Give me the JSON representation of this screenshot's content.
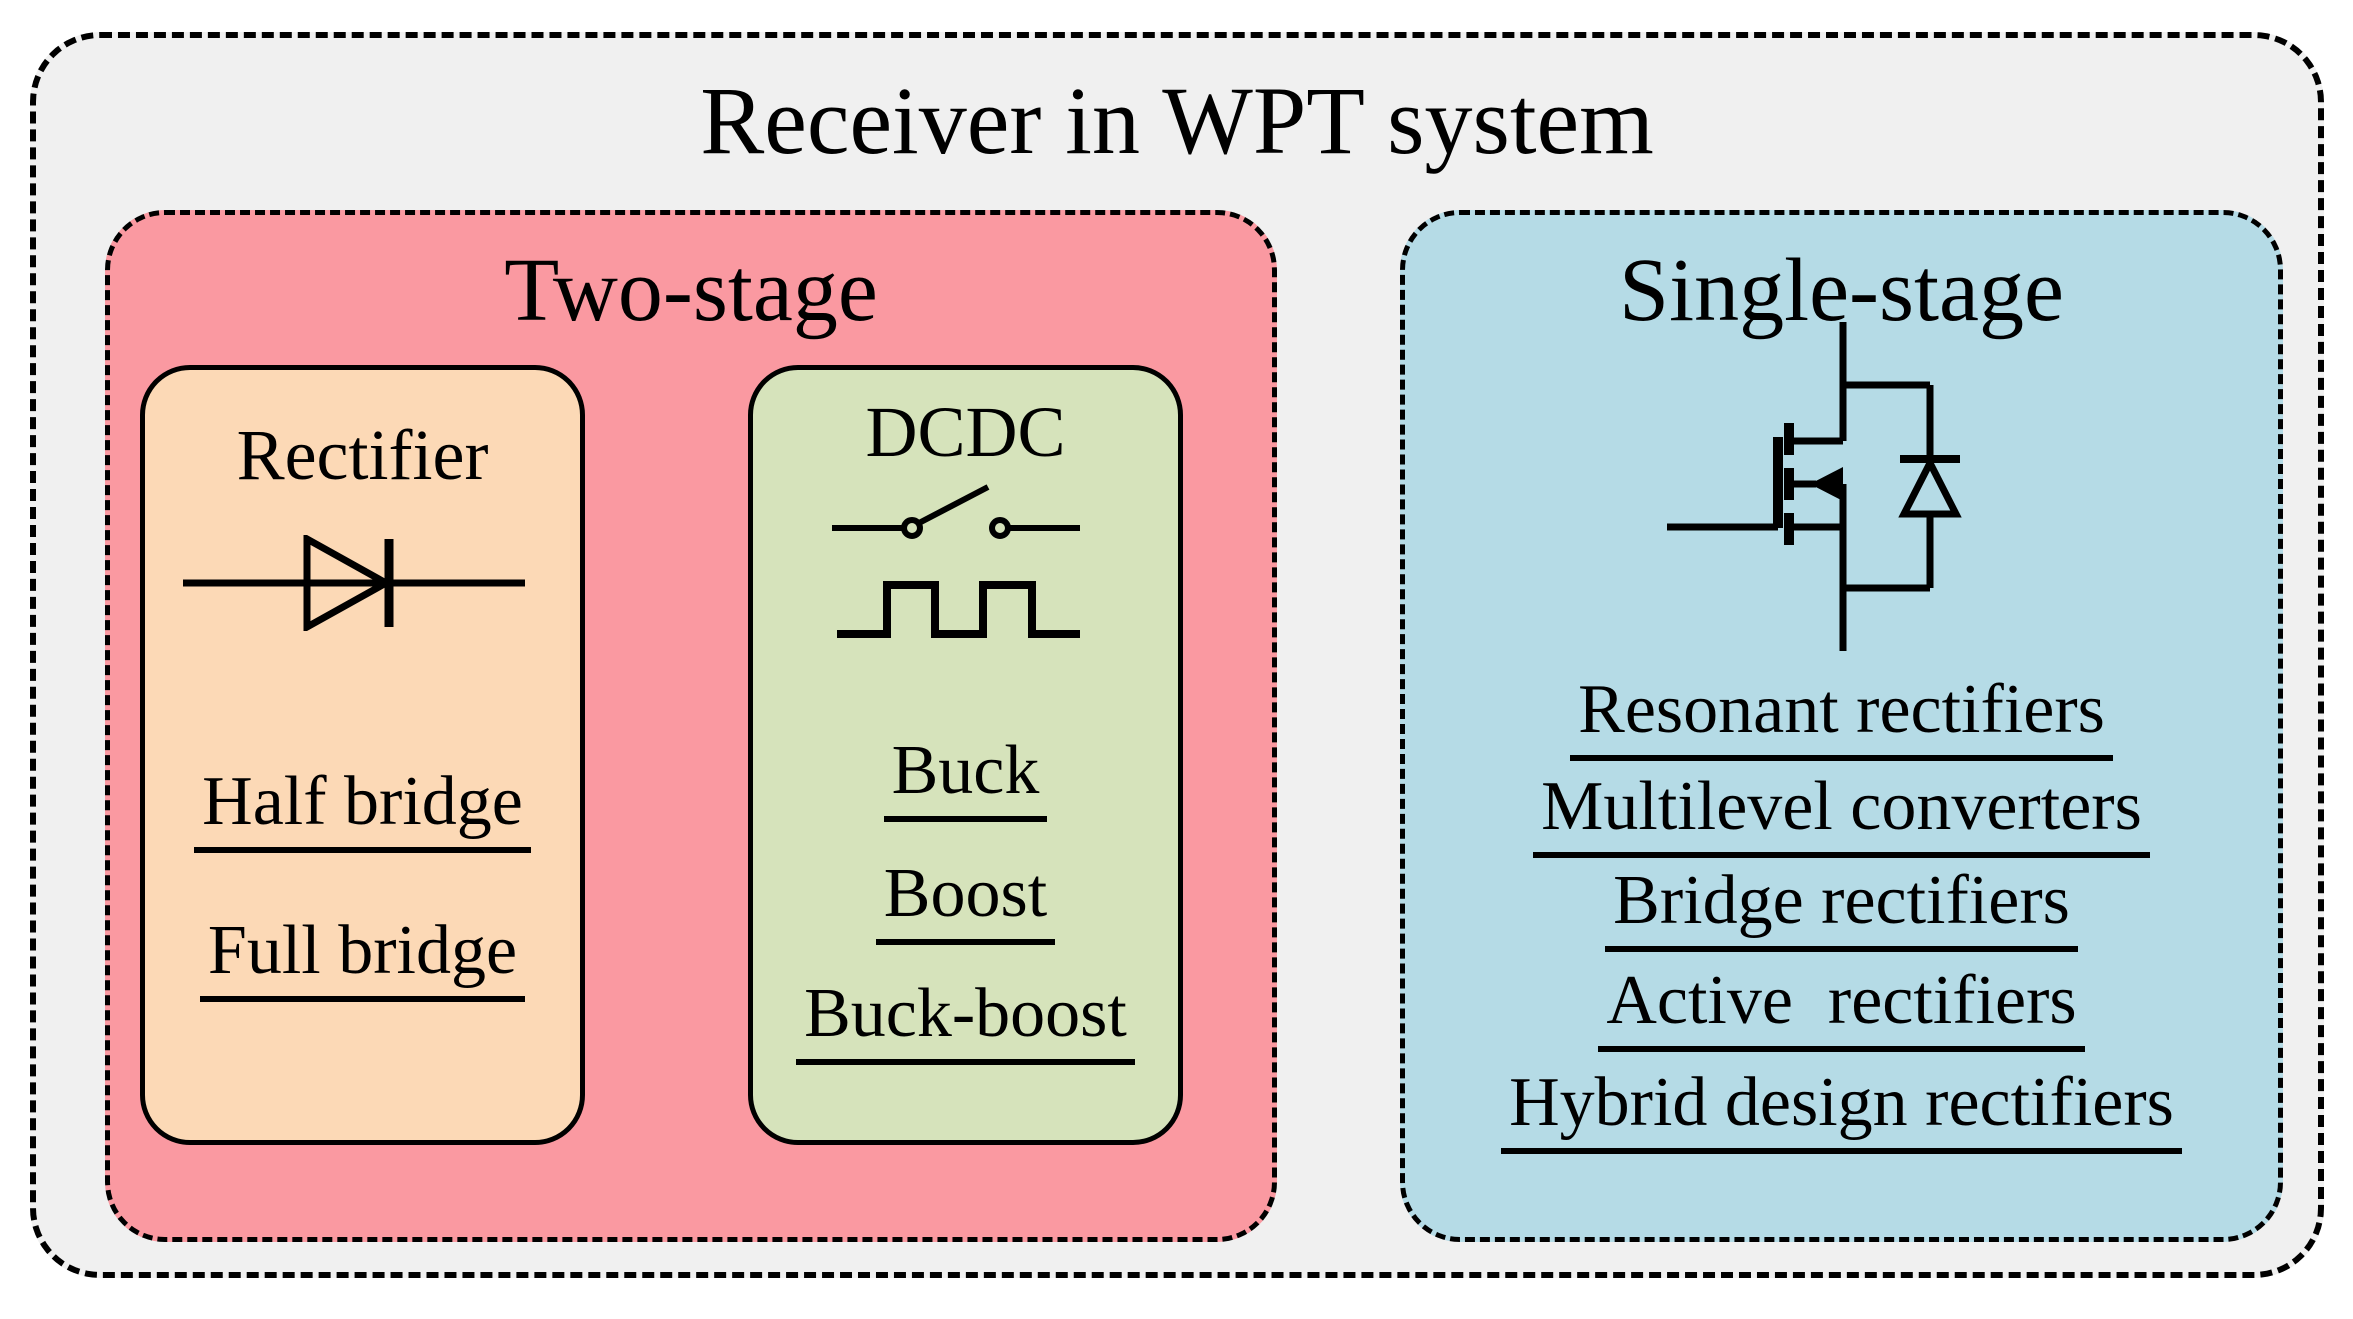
{
  "figure": {
    "title": "Receiver in WPT system",
    "colors": {
      "outer_fill": "#F0F0F0",
      "two_stage_fill": "#FA99A1",
      "rectifier_fill": "#FCD9B6",
      "dcdc_fill": "#D6E3BB",
      "single_stage_fill": "#B5DBE6",
      "line": "#000000"
    },
    "two_stage": {
      "label": "Two-stage",
      "rectifier": {
        "title": "Rectifier",
        "icon": "diode-icon",
        "items": [
          "Half bridge",
          "Full bridge"
        ]
      },
      "dcdc": {
        "title": "DCDC",
        "icons": [
          "switch-icon",
          "square-wave-icon"
        ],
        "items": [
          "Buck",
          "Boost",
          "Buck-boost"
        ]
      }
    },
    "single_stage": {
      "label": "Single-stage",
      "icon": "mosfet-body-diode-icon",
      "items": [
        "Resonant rectifiers",
        "Multilevel converters",
        "Bridge rectifiers",
        "Active  rectifiers",
        "Hybrid design rectifiers"
      ]
    }
  }
}
